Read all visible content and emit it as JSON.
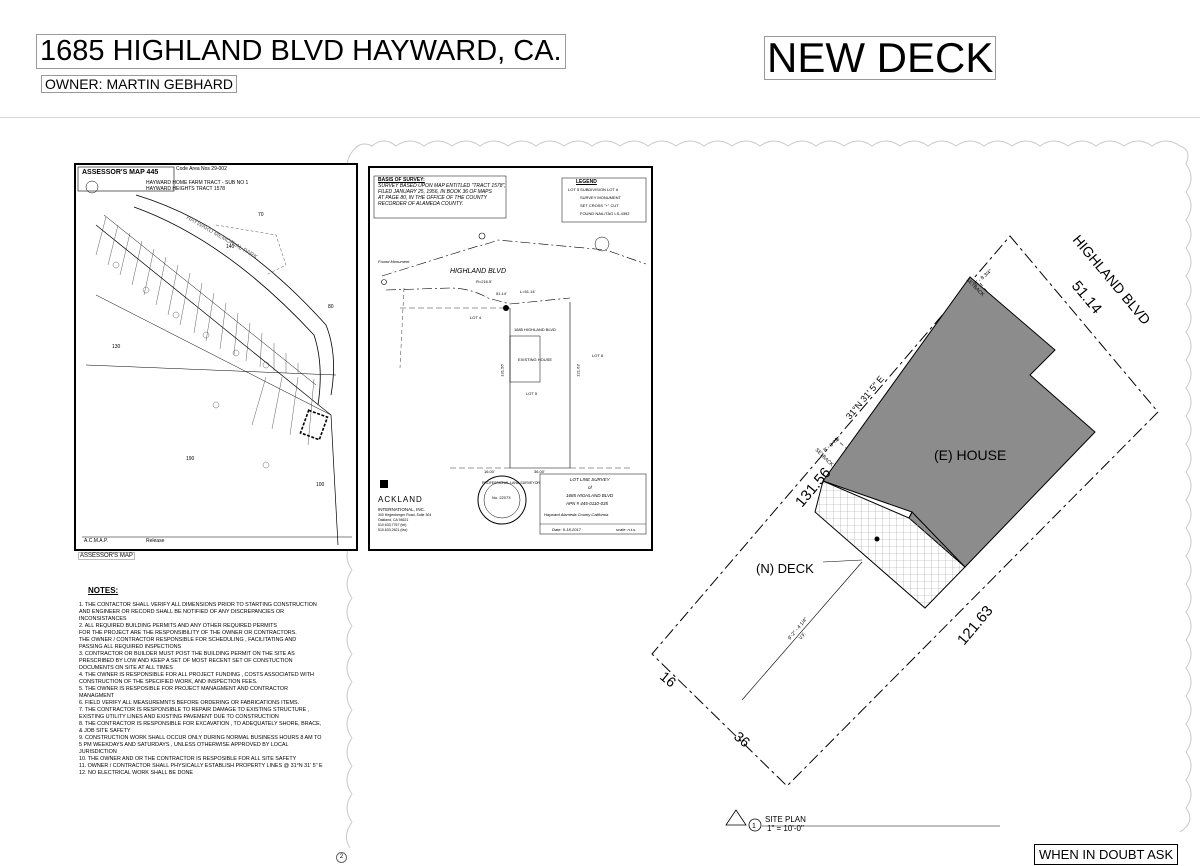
{
  "header": {
    "address": "1685 HIGHLAND BLVD HAYWARD, CA.",
    "owner": "OWNER: MARTIN GEBHARD",
    "project": "NEW DECK"
  },
  "assessor_map": {
    "title": "ASSESSOR'S MAP 445",
    "code_area": "Code Area Nos 29-002",
    "tract_line_1": "HAYWARD HOME FARM TRACT - SUB NO 1",
    "tract_line_2": "HAYWARD HEIGHTS",
    "tract_line_2b": "TRACT 1578",
    "street_label": "HAYWARD MEMORIAL PARK",
    "parcel_numbers": [
      "70",
      "140",
      "80",
      "130",
      "190",
      "100"
    ],
    "footer_left": "A.C.M.A.P.",
    "footer_right": "Release",
    "caption": "ASSESSOR'S MAP"
  },
  "survey": {
    "basis_title": "BASIS OF SURVEY:",
    "basis_text": [
      "SURVEY BASED UPON MAP ENTITLED \"TRACT 1578\",",
      "FILED JANUARY 25, 1956, IN BOOK 36 OF MAPS",
      "AT PAGE 80, IN THE OFFICE OF THE COUNTY",
      "RECORDER OF ALAMEDA COUNTY."
    ],
    "legend_title": "LEGEND",
    "legend_items": [
      "LOT 5   SUBDIVISION LOT #",
      "SURVEY MONUMENT",
      "SET CROSS \"+\" CUT",
      "FOUND NAIL/TAG LS-4392"
    ],
    "street": "HIGHLAND BLVD",
    "found_monument": "Found Monument",
    "house_label": "EXISTING HOUSE",
    "address_label": "1685 HIGHLAND BLVD",
    "lot_labels": [
      "LOT 4",
      "LOT 5",
      "LOT 6"
    ],
    "dimensions": [
      "131.56'",
      "121.63'",
      "51.14'",
      "36.00'",
      "16.00'",
      "R=216.5'",
      "L=51.14'"
    ],
    "firm_name": "ACKLAND",
    "firm_sub": "INTERNATIONAL, INC.",
    "firm_address": [
      "300 Hegenberger Road, Suite 304",
      "Oakland, CA 94621",
      "510.633.7767 (tel)",
      "510.633.2621 (fax)"
    ],
    "seal_text": "PROFESSIONAL LAND SURVEYOR",
    "seal_no": "No. 22073",
    "title_lines": [
      "LOT LINE SURVEY",
      "of",
      "1685 HIGHLAND BLVD",
      "APN # 445-0110-035",
      "Hayward   Alameda County   California"
    ],
    "date": "Date: 9-18-2017",
    "scale": "scale: n.t.s."
  },
  "notes": {
    "title": "NOTES:",
    "items": [
      "1. THE CONTACTOR SHALL VERIFY ALL DIMENSIONS PRIOR TO STARTING CONSTRUCTION",
      "AND ENGINEER OR RECORD SHALL BE NOTIFIED OF ANY DISCREPANCIES OR",
      "INCONSISTANCES",
      "2. ALL REQUIRED BUILDING PERMITS AND ANY OTHER REQUIRED PERMITS",
      "FOR THE PROJECT ARE THE RESPONSIBILITY OF THE OWNER OR CONTRACTORS.",
      "THE OWNER / CONTRACTOR RESPONSIBLE FOR SCHEDULING , FACILITATING AND",
      "PASSING ALL REQUIRED INSPECTIONS",
      "3. CONTRACTOR OR BUILDER MUST POST THE BUILDING PERMIT ON THE SITE AS",
      "PRESCRIBED BY LOW AND KEEP A SET OF MOST RECENT SET OF CONSTUCTION",
      "DOCUMENTS ON SITE AT ALL TIMES",
      "4. THE OWNER IS RESPONSIBLE FOR ALL PROJECT FUNDING , COSTS ASSOCIATED WITH",
      "CONSTRUCTION OF THE SPECIFIED WORK, AND INSPECTION FEES.",
      "5. THE OWNER IS RESPOSIBLE FOR PROJECT MANAGMENT AND CONTRACTOR",
      "MANAGMENT",
      "6. FIELD VERIFY ALL MEASUREMNTS BEFORE ORDERING OR FABRICATIONS ITEMS.",
      "7. THE CONTRACTOR IS RESPONSIBLE TO REPAIR DAMAGE TO EXISTING STRUCTURE ,",
      "EXISTING UTILITY LINES AND EXISTING PAVEMENT DUE TO CONSTRUCTION",
      "8. THE CONTRACTOR IS RESPONSIBLE FOR EXCAVATION , TO ADEQUATELY SHORE, BRACE,",
      "& JOB SITE SAFETY",
      "9. CONSTRUCTION WORK SHALL OCCUR ONLY DURING NORMAL BUSINESS HOURS 8 AM TO",
      "5 PM WEEKDAYS AND SATURDAYS , UNLESS OTHERWISE APPROVED BY LOCAL",
      "JURISDICTION",
      "10. THE OWNER AND OR THE CONTRACTOR IS RESPOSIBLE FOR ALL SITE SAFETY",
      "11. OWNER / CONTRACTOR SHALL PHYSICALLY ESTABLISH PROPERTY LINES @ 31°N 31' 5\" E",
      "12. NO ELECTRICAL WORK SHALL BE DONE"
    ]
  },
  "site_plan": {
    "street": "HIGHLAND BLVD",
    "front_dim": "51.14",
    "left_dim": "131.56",
    "right_dim": "121.63",
    "rear_dim_a": "16",
    "rear_dim_b": "36",
    "bearing": "31°N 31' 5\" E",
    "house": "(E) HOUSE",
    "deck": "(N) DECK",
    "setback_front": "SETBACK",
    "setback_front_dim": "8' - 8 3/4\"",
    "setback_side": "SETBACK",
    "setback_side_dim": "8' - 3 7/8\"",
    "rear_setback_dim": "9'-2\" - 4 1/4\"",
    "rear_setback_label": "V.F.",
    "label_number": "1",
    "label_title": "SITE PLAN",
    "label_scale": "1\" = 10'-0\"",
    "colors": {
      "house_fill": "#8c8c8c",
      "deck_grid": "#9a9a9a",
      "lines": "#000000"
    }
  },
  "footer": {
    "ask": "WHEN IN DOUBT ASK",
    "page": "2"
  }
}
